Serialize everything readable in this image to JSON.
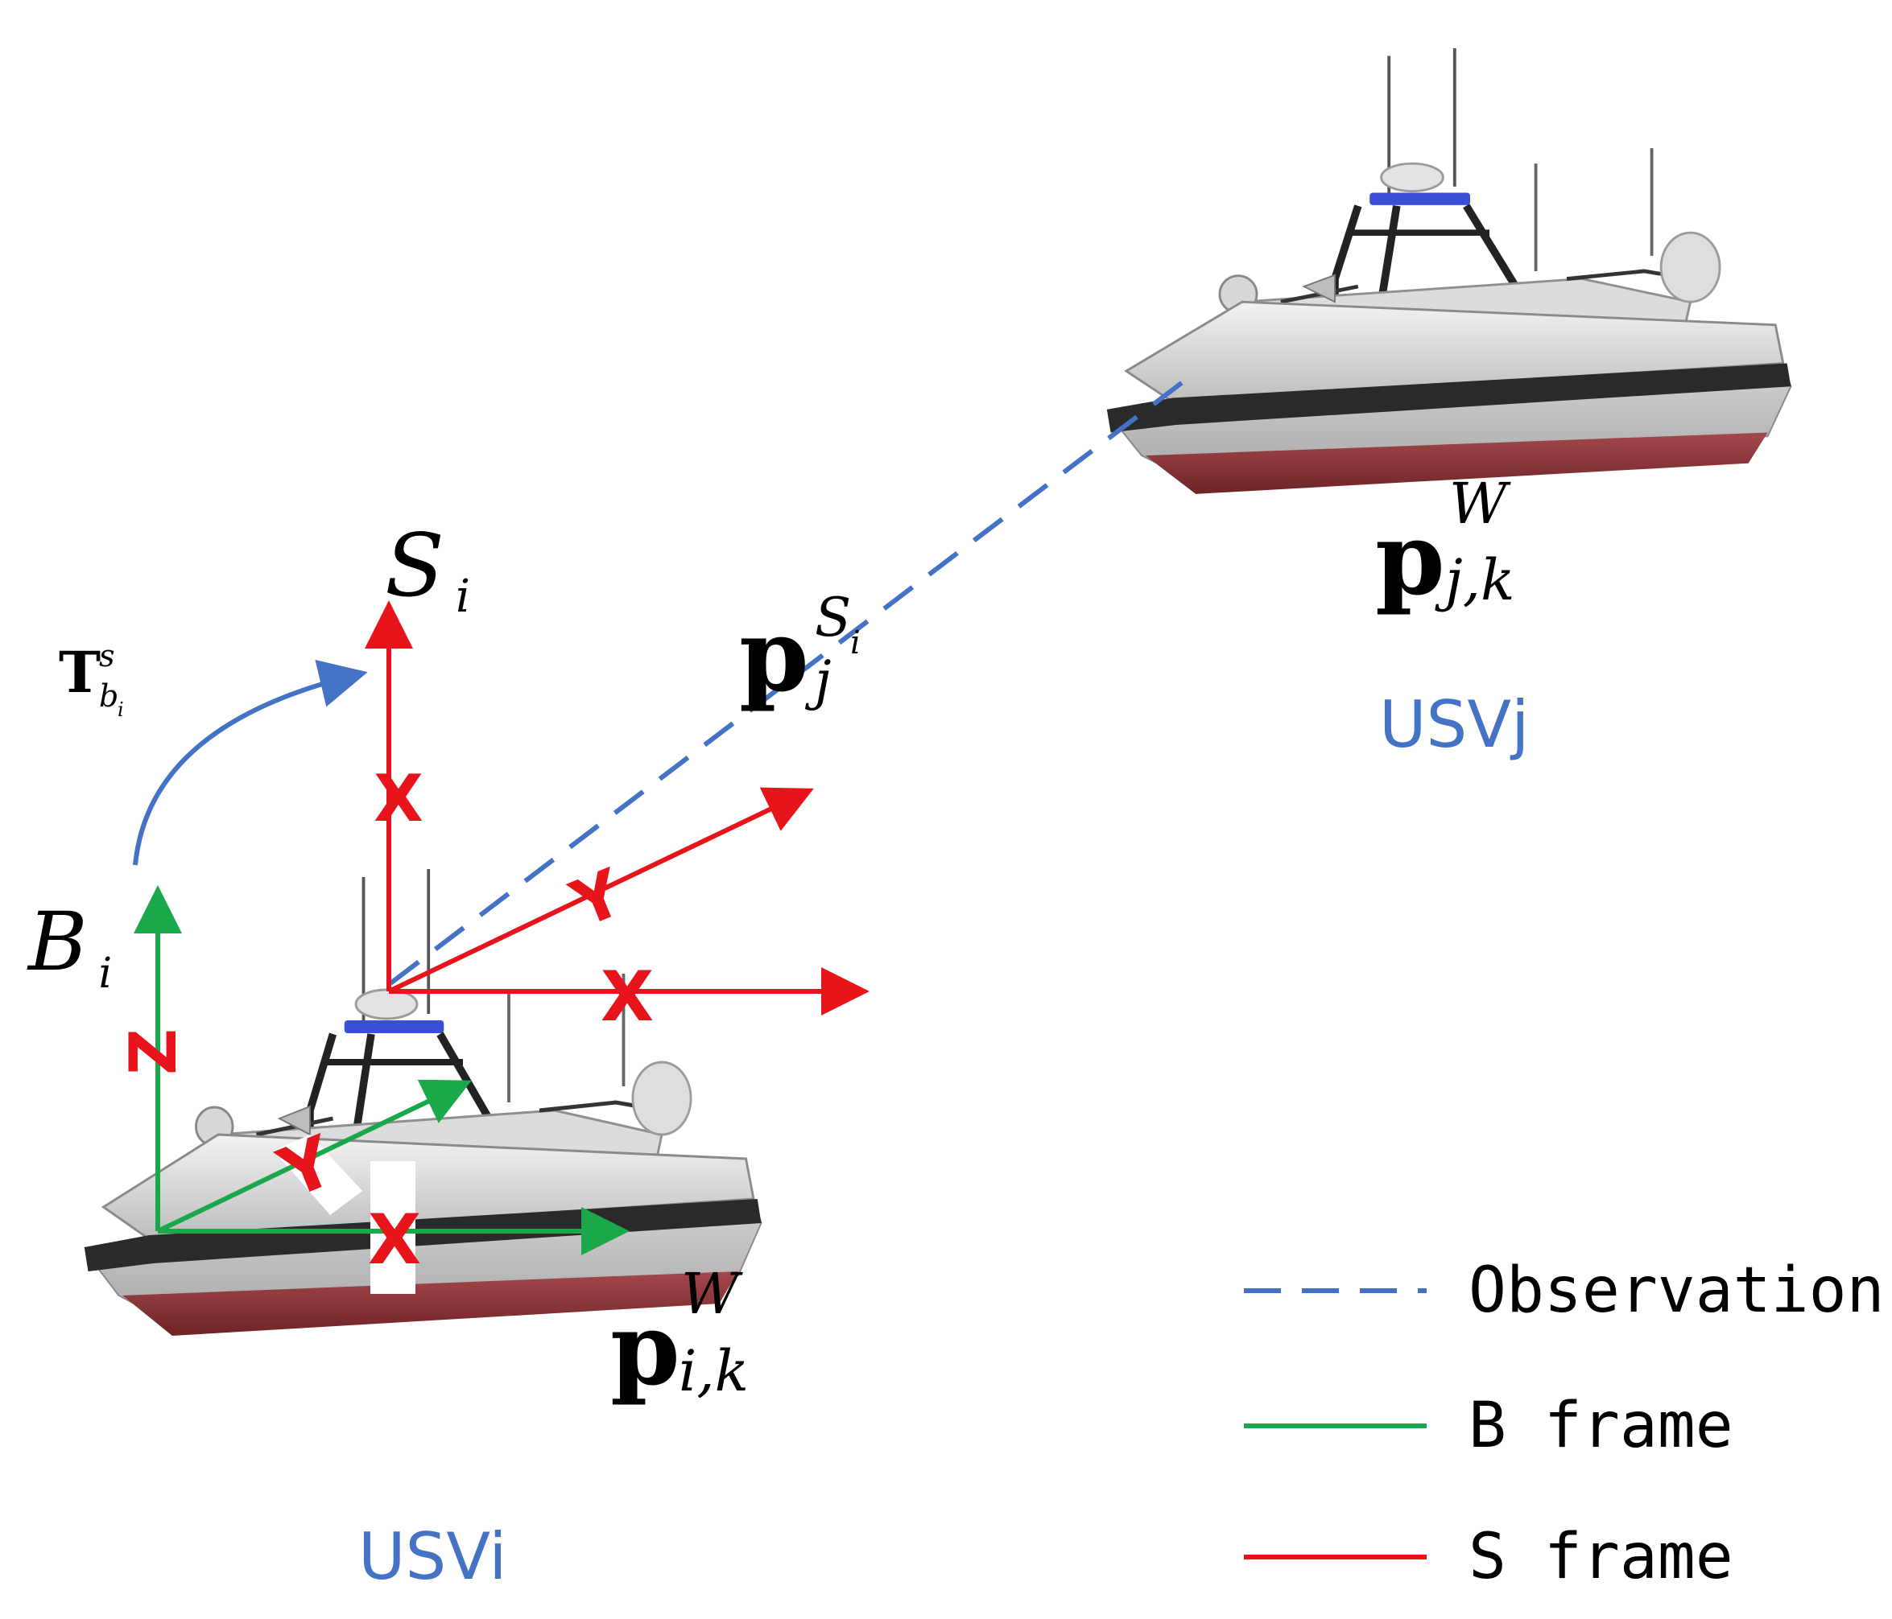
{
  "colors": {
    "observation": "#4472c4",
    "b_frame": "#1aa84a",
    "s_frame": "#e8141b",
    "transform": "#4472c4",
    "usv_label": "#4472c4",
    "text": "#000000"
  },
  "boats": {
    "usvi": {
      "label": "USVi"
    },
    "usvj": {
      "label": "USVj"
    }
  },
  "frames": {
    "s_frame": {
      "name_base": "S",
      "name_sub": "i",
      "axis_z": "X",
      "axis_y": "Y",
      "axis_x": "X"
    },
    "b_frame": {
      "name_base": "B",
      "name_sub": "i",
      "axis_z": "Z",
      "axis_y": "Y",
      "axis_x": "X"
    }
  },
  "symbols": {
    "transform": {
      "base": "T",
      "sup": "s",
      "sub": "b",
      "subsub": "i"
    },
    "p_i": {
      "base": "p",
      "sup": "W",
      "sub": "i,k"
    },
    "p_j": {
      "base": "p",
      "sup": "W",
      "sub": "j,k"
    },
    "p_obs": {
      "base": "p",
      "sup": "S",
      "supsub": "i",
      "sub": "j"
    }
  },
  "legend": {
    "items": [
      {
        "label": "Observation",
        "style": "dashed",
        "color": "#4472c4"
      },
      {
        "label": "B frame",
        "style": "solid",
        "color": "#1aa84a"
      },
      {
        "label": "S frame",
        "style": "solid",
        "color": "#e8141b"
      }
    ]
  }
}
